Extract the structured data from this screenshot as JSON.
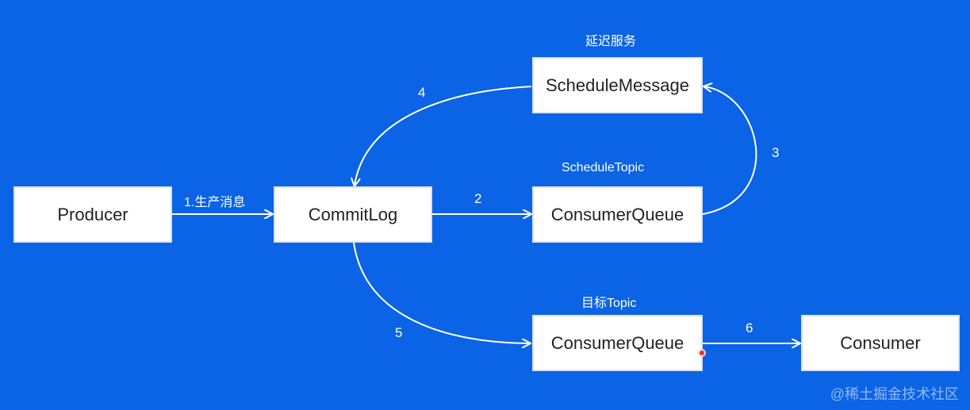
{
  "nodes": {
    "producer": "Producer",
    "commitlog": "CommitLog",
    "schedule_message": "ScheduleMessage",
    "schedule_consumer_queue": "ConsumerQueue",
    "target_consumer_queue": "ConsumerQueue",
    "consumer": "Consumer"
  },
  "group_labels": {
    "delay_service": "延迟服务",
    "schedule_topic": "ScheduleTopic",
    "target_topic": "目标Topic"
  },
  "edges": {
    "e1": "1.生产消息",
    "e2": "2",
    "e3": "3",
    "e4": "4",
    "e5": "5",
    "e6": "6"
  },
  "watermark": "@稀土掘金技术社区",
  "colors": {
    "background": "#0b63e5",
    "box": "#ffffff",
    "line": "#ffffff"
  }
}
